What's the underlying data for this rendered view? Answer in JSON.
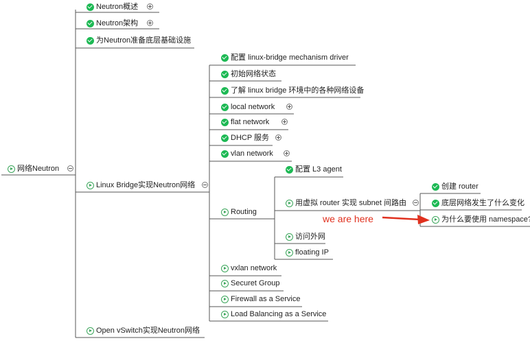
{
  "mindmap": {
    "root": "网络Neutron",
    "level1": [
      "Neutron概述",
      "Neutron架构",
      "为Neutron准备底层基础设施",
      "Linux Bridge实现Neutron网络",
      "Open vSwitch实现Neutron网络"
    ],
    "linux_bridge": [
      "配置 linux-bridge mechanism driver",
      "初始网络状态",
      "了解 linux bridge 环境中的各种网络设备",
      "local network",
      "flat network",
      "DHCP 服务",
      "vlan network",
      "Routing",
      "vxlan network",
      "Securet Group",
      "Firewall as a Service",
      "Load Balancing as a Service"
    ],
    "routing": [
      "配置 L3 agent",
      "用虚拟 router 实现 subnet 间路由",
      "访问外网",
      "floating IP"
    ],
    "virtual_router": [
      "创建 router",
      "底层网络发生了什么变化",
      "为什么要使用 namespace?"
    ]
  },
  "annotation": {
    "text": "we are here",
    "color": "#e0301e"
  },
  "colors": {
    "done": "#1db954",
    "in_progress": "#3aa55a",
    "line": "#555555",
    "arrow": "#e0301e"
  }
}
